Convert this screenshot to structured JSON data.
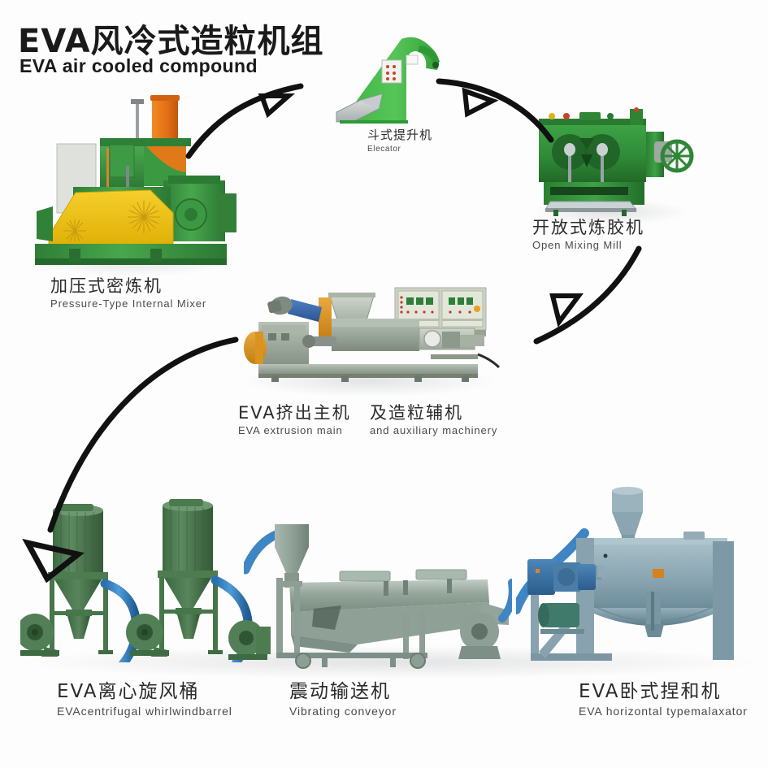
{
  "title": {
    "cn": "EVA风冷式造粒机组",
    "en": "EVA air cooled compound"
  },
  "colors": {
    "mixer_green": "#3f9e46",
    "mixer_yellow": "#f0c419",
    "mixer_orange": "#e8761d",
    "elevator_green": "#4cbb4f",
    "mill_green": "#2e8b3d",
    "extruder_gray": "#9aa79a",
    "cyclone_green": "#4f7a52",
    "hose_blue": "#2f7fc1",
    "malaxator_blue": "#7e9fb0",
    "arrow_black": "#111111",
    "text_dark": "#2b2b2b"
  },
  "machines": [
    {
      "id": "pressure-type-internal-mixer",
      "cn": "加压式密炼机",
      "en": "Pressure-Type Internal Mixer"
    },
    {
      "id": "elevator",
      "cn": "斗式提升机",
      "en": "Elecator"
    },
    {
      "id": "open-mixing-mill",
      "cn": "开放式炼胶机",
      "en": "Open Mixing Mill"
    },
    {
      "id": "eva-extrusion-main",
      "cn": "EVA挤出主机",
      "en": "EVA extrusion main"
    },
    {
      "id": "auxiliary-machinery",
      "cn": "及造粒辅机",
      "en": "and auxiliary machinery"
    },
    {
      "id": "eva-centrifugal-whirlwind-barrel",
      "cn": "EVA离心旋风桶",
      "en": "EVAcentrifugal whirlwindbarrel"
    },
    {
      "id": "vibrating-conveyor",
      "cn": "震动输送机",
      "en": "Vibrating conveyor"
    },
    {
      "id": "eva-horizontal-type-malaxator",
      "cn": "EVA卧式捏和机",
      "en": "EVA horizontal typemalaxator"
    }
  ],
  "flow": {
    "type": "process-flow-diagram",
    "steps": [
      "加压式密炼机",
      "斗式提升机",
      "开放式炼胶机",
      "EVA挤出主机及造粒辅机",
      "EVA离心旋风桶",
      "震动输送机",
      "EVA卧式捏和机"
    ],
    "arrow_count": 4,
    "arrow_style": "curved-line-with-hollow-triangle-head"
  }
}
